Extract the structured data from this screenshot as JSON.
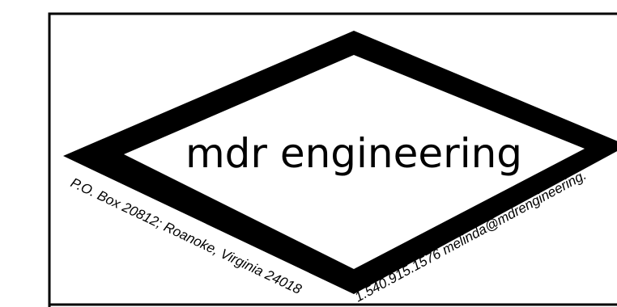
{
  "logo": {
    "brand_name": "mdr engineering",
    "address_line": "P.O. Box 20812; Roanoke, Virginia 24018",
    "contact_line": "1.540.915.1576 melinda@mdrengineering.",
    "ink_color": "#000000",
    "background_color": "#ffffff"
  }
}
